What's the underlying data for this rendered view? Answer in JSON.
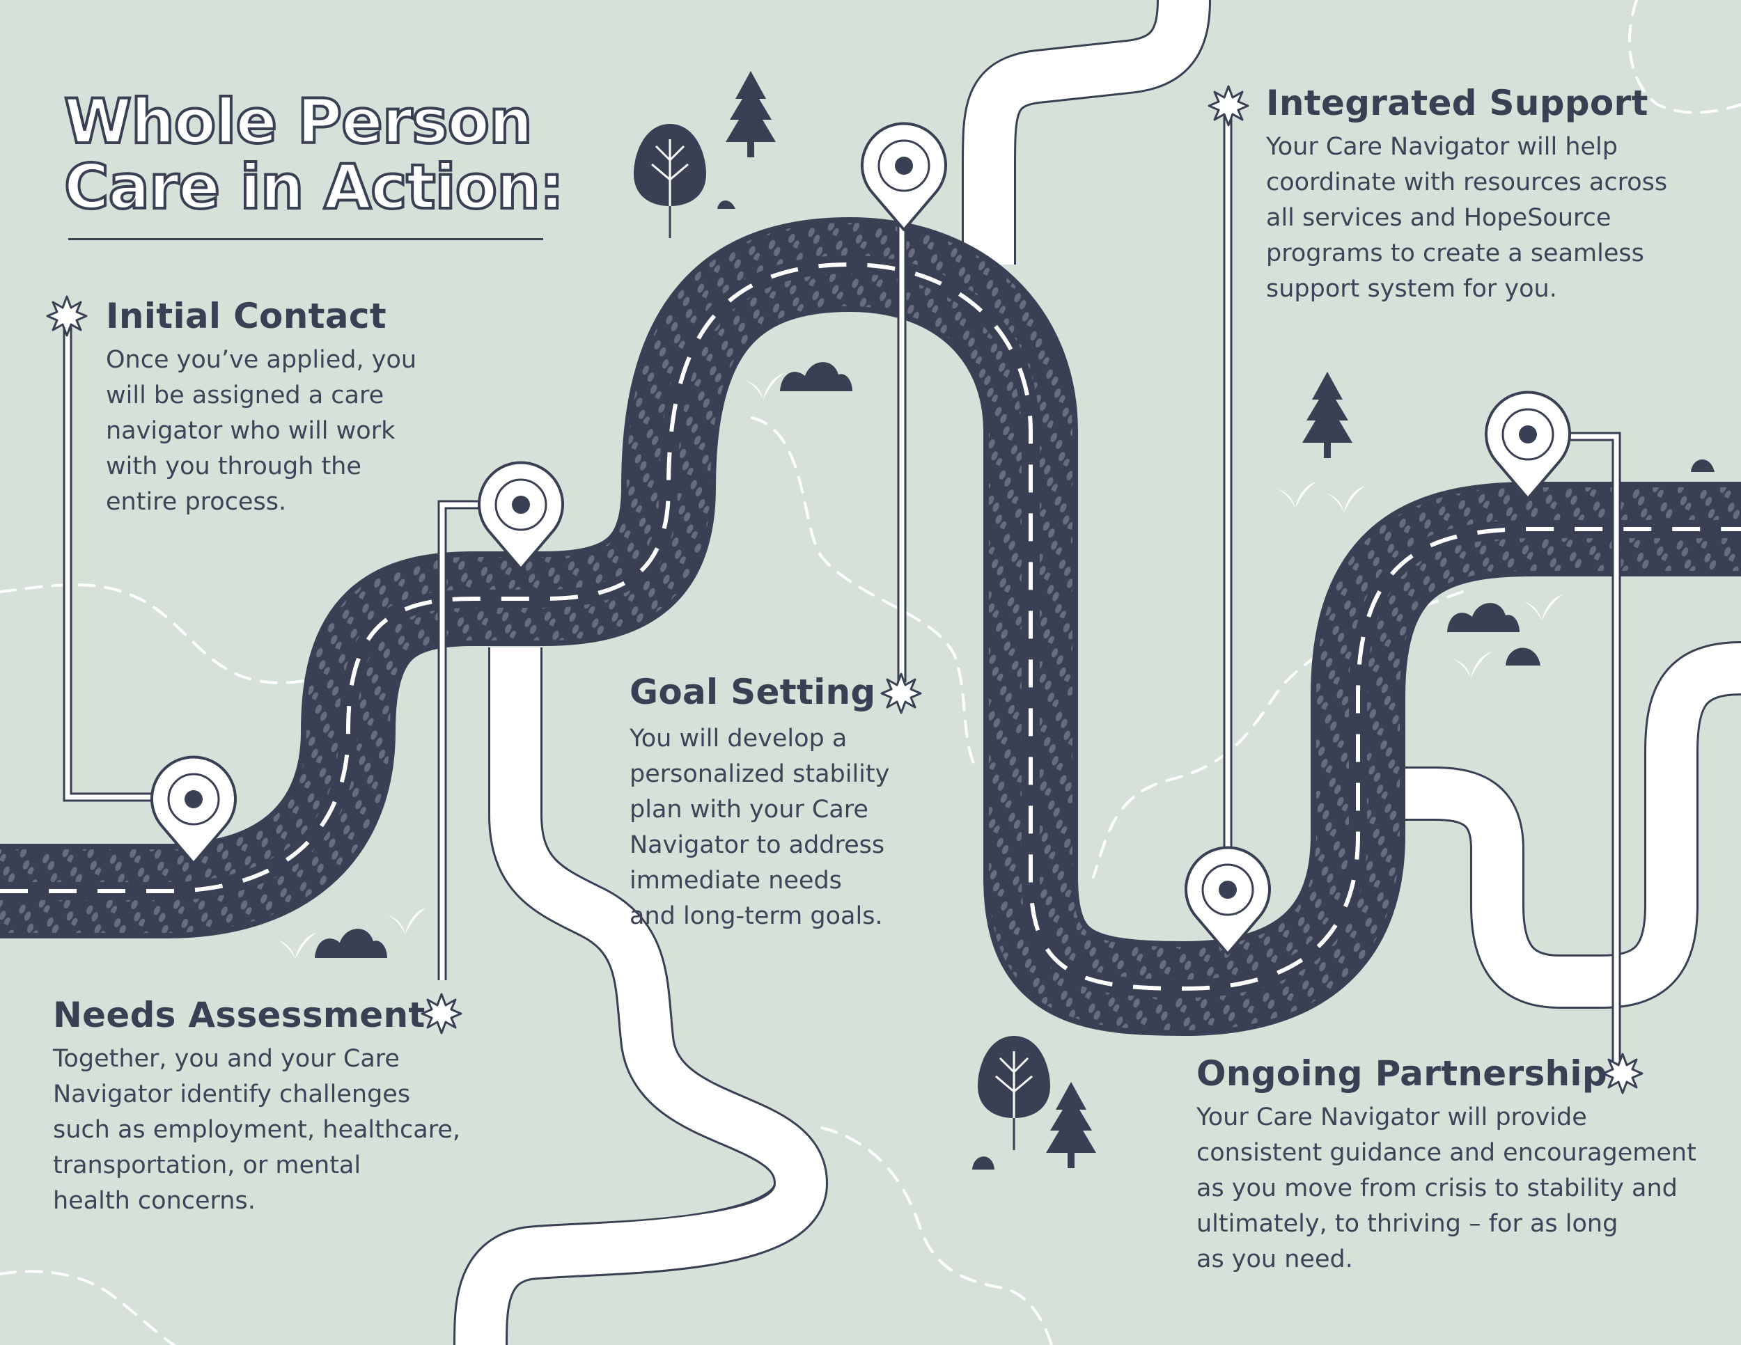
{
  "title": {
    "line1": "Whole Person",
    "line2": "Care in Action:"
  },
  "steps": {
    "initial_contact": {
      "heading": "Initial Contact",
      "body": "Once you’ve applied, you\nwill be assigned a care\nnavigator who will work\nwith you through the\nentire process."
    },
    "needs_assessment": {
      "heading": "Needs Assessment",
      "body": "Together, you and your Care\nNavigator identify challenges\nsuch as employment, healthcare,\ntransportation, or mental\nhealth concerns."
    },
    "goal_setting": {
      "heading": "Goal Setting",
      "body": "You will develop a\npersonalized stability\nplan with your Care\n    Navigator to address\n         immediate needs\n            and long-term goals."
    },
    "integrated_support": {
      "heading": "Integrated Support",
      "body": "Your Care Navigator will help\ncoordinate with resources across\nall services and HopeSource\nprograms to create a seamless\nsupport system for you."
    },
    "ongoing_partnership": {
      "heading": "Ongoing Partnership",
      "body": "Your Care Navigator will provide\nconsistent guidance and encouragement\nas you move from crisis to stability and\nultimately, to thriving – for as long\nas you need."
    }
  },
  "colors": {
    "background": "#d6e1da",
    "road": "#3a4054",
    "ink": "#3a4054",
    "white": "#ffffff"
  },
  "icons": [
    "map-pin-icon",
    "starburst-icon",
    "pine-tree-icon",
    "round-tree-icon",
    "bush-icon",
    "grass-tuft-icon",
    "footprints-icon"
  ]
}
